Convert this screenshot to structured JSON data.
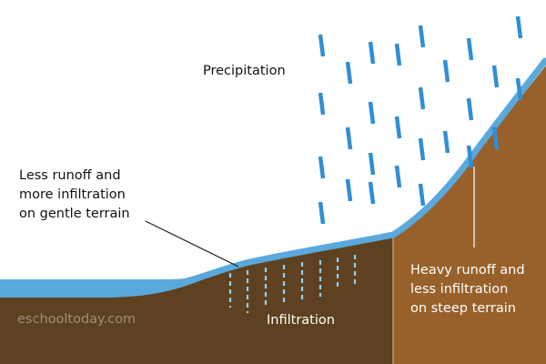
{
  "labels": {
    "precipitation": "Precipitation",
    "gentle_terrain": "Less runoff and\nmore infiltration\non gentle terrain",
    "steep_terrain": "Heavy runoff and\nless infiltration\non steep terrain",
    "infiltration": "Infiltration",
    "watermark": "eschooltoday.com"
  },
  "colors": {
    "soil_dark": "#5e4120",
    "soil_light": "#98602a",
    "water": "#5aa9dd",
    "rain": "#2f8ed6",
    "infiltration_drops": "#8fd0f5",
    "text_dark": "#111111",
    "text_light": "#ffffff",
    "watermark": "#a08e78"
  }
}
